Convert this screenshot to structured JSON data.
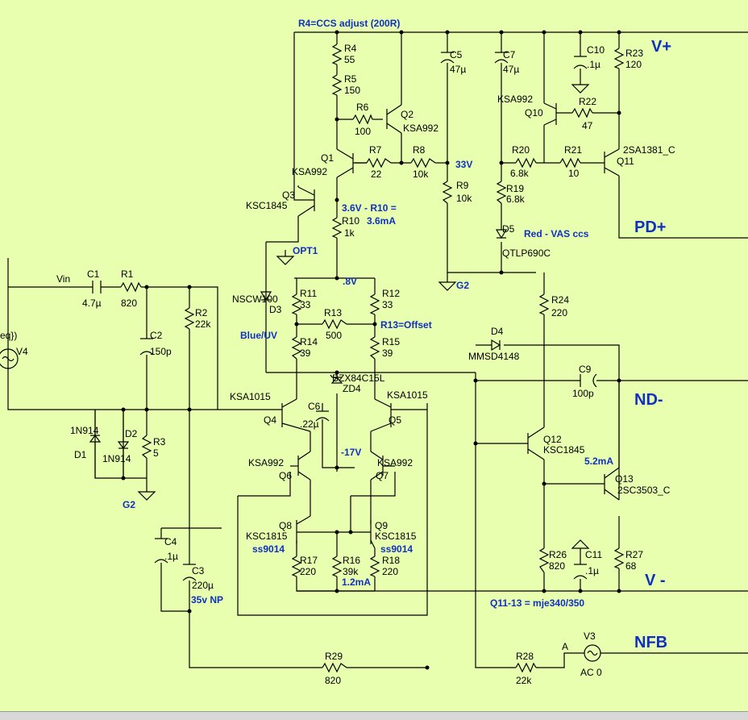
{
  "colors": {
    "background": "#e8ffb0",
    "wire": "#000000",
    "annotation": "#1030c0"
  },
  "rail_labels": {
    "vplus": "V+",
    "pdplus": "PD+",
    "ndminus": "ND-",
    "vminus": "V -",
    "nfb": "NFB"
  },
  "annotations": {
    "r4_note": "R4=CCS adjust (200R)",
    "v33": "33V",
    "r10_note_a": "3.6V - R10 =",
    "r10_note_b": "3.6mA",
    "opt1": "OPT1",
    "v08": ".8V",
    "r13_note": "R13=Offset",
    "blue_uv": "Blue/UV",
    "red_vas": "Red -  VAS ccs",
    "g2": "G2",
    "v17": "-17V",
    "ss9014_a": "ss9014",
    "ss9014_b": "ss9014",
    "i12": "1.2mA",
    "v35": "35v NP",
    "i52": "5.2mA",
    "q_note": "Q11-13 = mje340/350",
    "g2_left": "G2",
    "node_a": "A"
  },
  "components": {
    "R4": {
      "ref": "R4",
      "val": "55"
    },
    "R5": {
      "ref": "R5",
      "val": "150"
    },
    "R6": {
      "ref": "R6",
      "val": "100"
    },
    "R7": {
      "ref": "R7",
      "val": "22"
    },
    "R8": {
      "ref": "R8",
      "val": "10k"
    },
    "R9": {
      "ref": "R9",
      "val": "10k"
    },
    "R10": {
      "ref": "R10",
      "val": "1k"
    },
    "R11": {
      "ref": "R11",
      "val": "33"
    },
    "R12": {
      "ref": "R12",
      "val": "33"
    },
    "R13": {
      "ref": "R13",
      "val": "500"
    },
    "R14": {
      "ref": "R14",
      "val": "39"
    },
    "R15": {
      "ref": "R15",
      "val": "39"
    },
    "R16": {
      "ref": "R16",
      "val": "39k"
    },
    "R17": {
      "ref": "R17",
      "val": "220"
    },
    "R18": {
      "ref": "R18",
      "val": "220"
    },
    "R19": {
      "ref": "R19",
      "val": "6.8k"
    },
    "R20": {
      "ref": "R20",
      "val": "6.8k"
    },
    "R21": {
      "ref": "R21",
      "val": "10"
    },
    "R22": {
      "ref": "R22",
      "val": "47"
    },
    "R23": {
      "ref": "R23",
      "val": "120"
    },
    "R24": {
      "ref": "R24",
      "val": "220"
    },
    "R26": {
      "ref": "R26",
      "val": "820"
    },
    "R27": {
      "ref": "R27",
      "val": "68"
    },
    "R28": {
      "ref": "R28",
      "val": "22k"
    },
    "R29": {
      "ref": "R29",
      "val": "820"
    },
    "R1": {
      "ref": "R1",
      "val": "820"
    },
    "R2": {
      "ref": "R2",
      "val": "22k"
    },
    "R3": {
      "ref": "R3",
      "val": "5"
    },
    "C1": {
      "ref": "C1",
      "val": "4.7µ"
    },
    "C2": {
      "ref": "C2",
      "val": "150p"
    },
    "C3": {
      "ref": "C3",
      "val": "220µ"
    },
    "C4": {
      "ref": "C4",
      "val": ".1µ"
    },
    "C5": {
      "ref": "C5",
      "val": "47µ"
    },
    "C6": {
      "ref": "C6",
      "val": ".22µ"
    },
    "C7": {
      "ref": "C7",
      "val": "47µ"
    },
    "C9": {
      "ref": "C9",
      "val": "100p"
    },
    "C10": {
      "ref": "C10",
      "val": ".1µ"
    },
    "C11": {
      "ref": "C11",
      "val": ".1µ"
    },
    "Q1": {
      "ref": "Q1",
      "val": "KSA992"
    },
    "Q2": {
      "ref": "Q2",
      "val": "KSA992"
    },
    "Q3": {
      "ref": "Q3",
      "val": "KSC1845"
    },
    "Q4": {
      "ref": "Q4",
      "val": "KSA1015"
    },
    "Q5": {
      "ref": "Q5",
      "val": "KSA1015"
    },
    "Q6": {
      "ref": "Q6",
      "val": "KSA992"
    },
    "Q7": {
      "ref": "Q7",
      "val": "KSA992"
    },
    "Q8": {
      "ref": "Q8",
      "val": "KSC1815"
    },
    "Q9": {
      "ref": "Q9",
      "val": "KSC1815"
    },
    "Q10": {
      "ref": "Q10",
      "val": "KSA992"
    },
    "Q11": {
      "ref": "Q11",
      "val": "2SA1381_C"
    },
    "Q12": {
      "ref": "Q12",
      "val": "KSC1845"
    },
    "Q13": {
      "ref": "Q13",
      "val": "2SC3503_C"
    },
    "D1": {
      "ref": "D1",
      "val": "1N914"
    },
    "D2": {
      "ref": "D2",
      "val": "1N914"
    },
    "D3": {
      "ref": "D3",
      "val": "NSCW100"
    },
    "D4": {
      "ref": "D4",
      "val": "MMSD4148"
    },
    "D5": {
      "ref": "D5",
      "val": "QTLP690C"
    },
    "ZD4": {
      "ref": "ZD4",
      "val": "BZX84C15L"
    },
    "V3": {
      "ref": "V3",
      "val": "AC 0"
    },
    "V4": {
      "ref": "V4",
      "val": "eq})"
    }
  },
  "vin_label": "Vin"
}
